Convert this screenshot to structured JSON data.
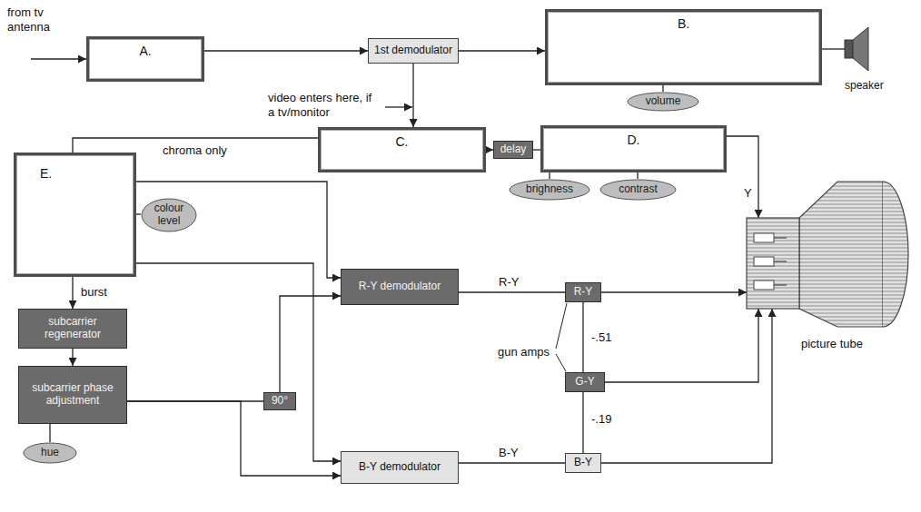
{
  "diagram": {
    "nodes": [
      {
        "text": [
          "A."
        ]
      },
      {
        "text": [
          "1st demodulator"
        ]
      },
      {
        "text": [
          "B."
        ]
      },
      {
        "text": [
          "volume"
        ]
      },
      {
        "text": [
          "speaker"
        ]
      },
      {
        "text": [
          "C."
        ]
      },
      {
        "text": [
          "delay"
        ]
      },
      {
        "text": [
          "D."
        ]
      },
      {
        "text": [
          "brighness"
        ]
      },
      {
        "text": [
          "contrast"
        ]
      },
      {
        "text": [
          "E."
        ]
      },
      {
        "text": [
          "colour level"
        ]
      },
      {
        "text": [
          "subcarrier regenerator"
        ]
      },
      {
        "text": [
          "subcarrier phase adjustment"
        ]
      },
      {
        "text": [
          "hue"
        ]
      },
      {
        "text": [
          "90°"
        ]
      },
      {
        "text": [
          "R-Y demodulator"
        ]
      },
      {
        "text": [
          "B-Y demodulator"
        ]
      },
      {
        "text": [
          "R-Y"
        ]
      },
      {
        "text": [
          "G-Y"
        ]
      },
      {
        "text": [
          "B-Y"
        ]
      },
      {
        "text": [
          "picture tube"
        ]
      }
    ],
    "edges": [
      {
        "from": 0,
        "to": 1,
        "arrow": "to"
      },
      {
        "from": 1,
        "to": 2,
        "arrow": "to"
      },
      {
        "from": 1,
        "to": 5,
        "arrow": "to"
      },
      {
        "from": 2,
        "to": 4,
        "arrow": "none"
      },
      {
        "from": 2,
        "to": 3,
        "arrow": "none"
      },
      {
        "from": 5,
        "to": 6,
        "arrow": "to"
      },
      {
        "from": 6,
        "to": 7,
        "arrow": "none"
      },
      {
        "from": 7,
        "to": 21,
        "arrow": "to",
        "label": "Y"
      },
      {
        "from": 7,
        "to": 8,
        "arrow": "none"
      },
      {
        "from": 7,
        "to": 9,
        "arrow": "none"
      },
      {
        "from": 5,
        "to": 10,
        "arrow": "none",
        "label": "chroma only"
      },
      {
        "from": 10,
        "to": 12,
        "arrow": "to",
        "label": "burst"
      },
      {
        "from": 12,
        "to": 13,
        "arrow": "to"
      },
      {
        "from": 13,
        "to": 14,
        "arrow": "none"
      },
      {
        "from": 13,
        "to": 15,
        "arrow": "none"
      },
      {
        "from": 13,
        "to": 17,
        "arrow": "to"
      },
      {
        "from": 15,
        "to": 16,
        "arrow": "to"
      },
      {
        "from": 10,
        "to": 16,
        "arrow": "to"
      },
      {
        "from": 10,
        "to": 17,
        "arrow": "to"
      },
      {
        "from": 16,
        "to": 18,
        "arrow": "none",
        "label": "R-Y"
      },
      {
        "from": 17,
        "to": 20,
        "arrow": "none",
        "label": "B-Y"
      },
      {
        "from": 18,
        "to": 19,
        "arrow": "none",
        "label": "-.51"
      },
      {
        "from": 19,
        "to": 20,
        "arrow": "none",
        "label": "-.19"
      },
      {
        "from": 18,
        "to": 21,
        "arrow": "to"
      },
      {
        "from": 19,
        "to": 21,
        "arrow": "to"
      },
      {
        "from": 20,
        "to": 21,
        "arrow": "to"
      },
      {
        "from": 10,
        "to": 11,
        "arrow": "none"
      }
    ],
    "labels": [
      "from tv antenna",
      "video enters here, if a tv/monitor",
      "gun amps"
    ]
  }
}
